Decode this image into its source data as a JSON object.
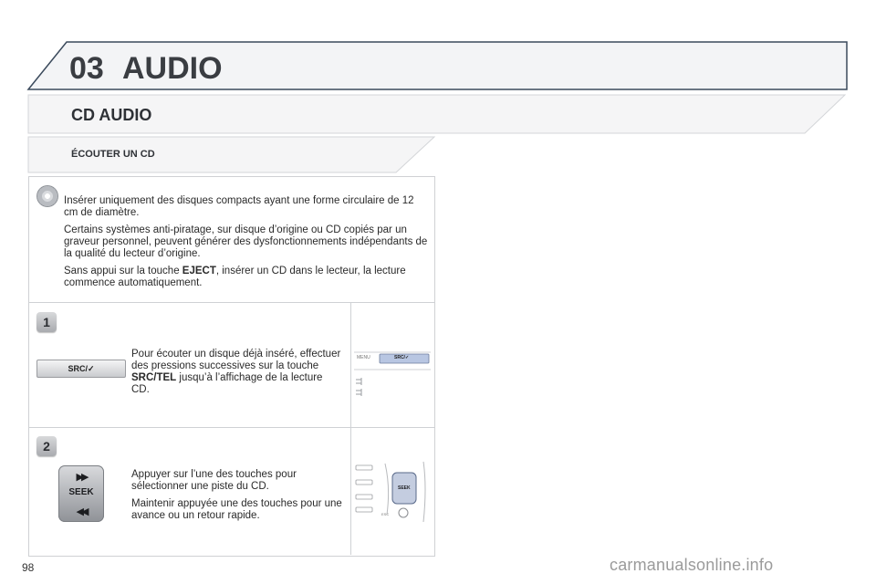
{
  "header": {
    "chapter_number": "03",
    "chapter_title": "AUDIO"
  },
  "section": {
    "title": "CD AUDIO"
  },
  "subsection": {
    "title": "ÉCOUTER UN CD"
  },
  "intro": {
    "icon": "cd-icon",
    "p1": "Insérer uniquement des disques compacts ayant une forme circulaire de 12 cm de diamètre.",
    "p2": "Certains systèmes anti-piratage, sur disque d’origine ou CD copiés par un graveur personnel, peuvent générer des dysfonctionnements indépendants de la qualité du lecteur d’origine.",
    "p3_before": "Sans appui sur la touche ",
    "p3_bold": "EJECT",
    "p3_after": ", insérer un CD dans le lecteur, la lecture commence automatiquement."
  },
  "step1": {
    "number": "1",
    "button_label": "SRC/✓",
    "text_before": "Pour écouter un disque déjà inséré, effectuer des pressions successives sur la touche ",
    "text_bold": "SRC/TEL",
    "text_after": " jusqu’à l’affichage de la lecture CD.",
    "panel_button_label": "SRC/✓",
    "panel_menu_label": "MENU"
  },
  "step2": {
    "number": "2",
    "button_label": "SEEK",
    "arrows_up": "▶▶",
    "arrows_down": "◀◀",
    "p1": "Appuyer sur l’une des touches pour sélectionner une piste du CD.",
    "p2": "Maintenir appuyée une des touches pour une avance ou un retour rapide.",
    "panel_button_label": "SEEK",
    "panel_esc_label": "ESC"
  },
  "footer": {
    "page_number": "98",
    "watermark": "carmanualsonline.info"
  },
  "colors": {
    "frame": "#3b4a5c",
    "panel_border": "#cfd1d4",
    "title": "#3a3d42"
  }
}
